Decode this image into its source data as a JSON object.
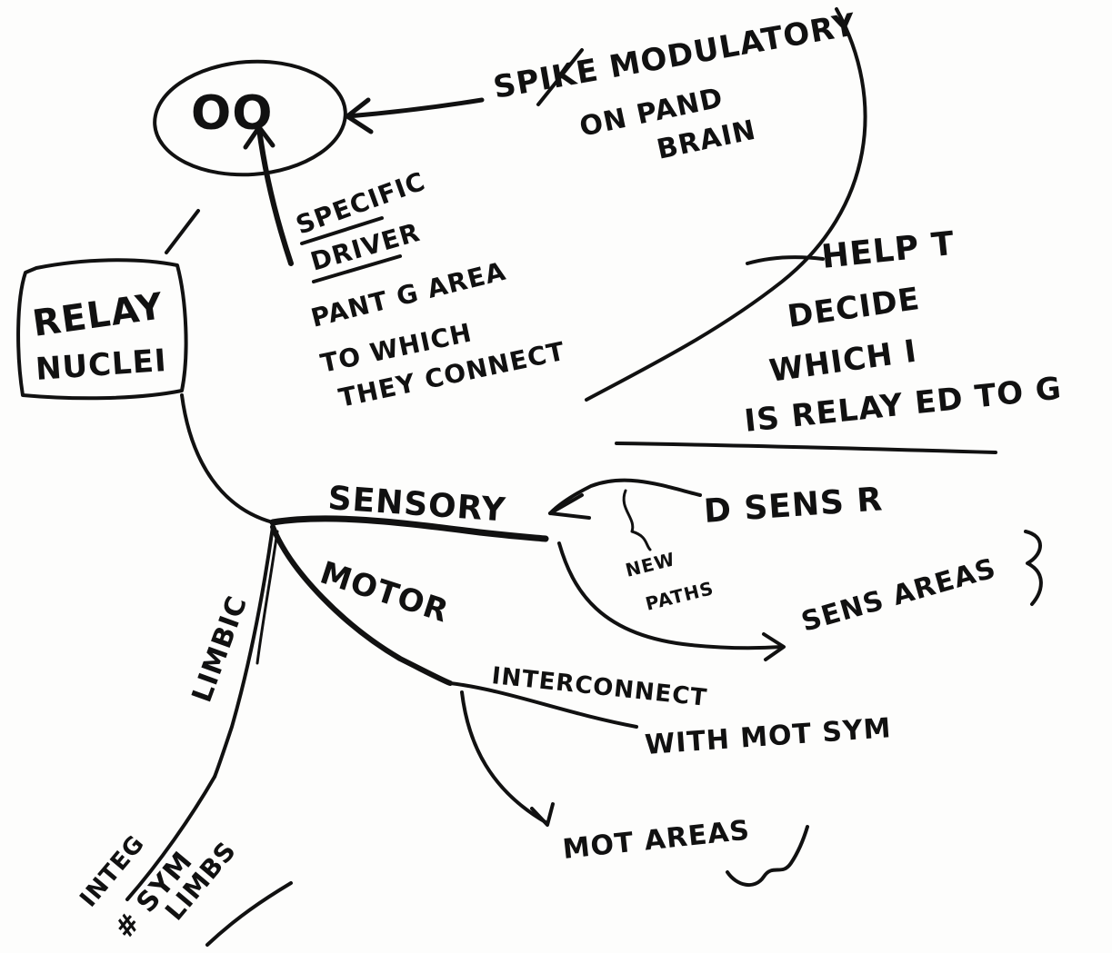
{
  "diagram": {
    "ink_color": "#111111",
    "paper_color": "#fdfdfc",
    "nodes": {
      "eyes": "OO",
      "relay_line1": "RELAY",
      "relay_line2": "NUCLEI"
    },
    "notes": {
      "modulatory_1": "SPIKE MODULATORY",
      "modulatory_2": "ON PAND",
      "modulatory_3": "BRAIN",
      "specific": "SPECIFIC",
      "driver": "DRIVER",
      "driver_text_1": "PANT G AREA",
      "driver_text_2": "TO WHICH",
      "driver_text_3": "THEY CONNECT",
      "help_1": "HELP T",
      "help_2": "DECIDE",
      "help_3": "WHICH I",
      "help_4": "IS RELAY ED TO G",
      "sensory": "SENSORY",
      "d_sens_r": "D SENS R",
      "new_path_1": "NEW",
      "new_path_2": "PATHS",
      "sens_areas": "SENS AREAS",
      "motor": "MOTOR",
      "interconnect": "INTERCONNECT",
      "with_mot_sym": "WITH MOT SYM",
      "mot_areas": "MOT AREAS",
      "limbic": "LIMBIC",
      "integ": "INTEG",
      "sym": "# SYM",
      "limbs": "LIMBS"
    }
  }
}
